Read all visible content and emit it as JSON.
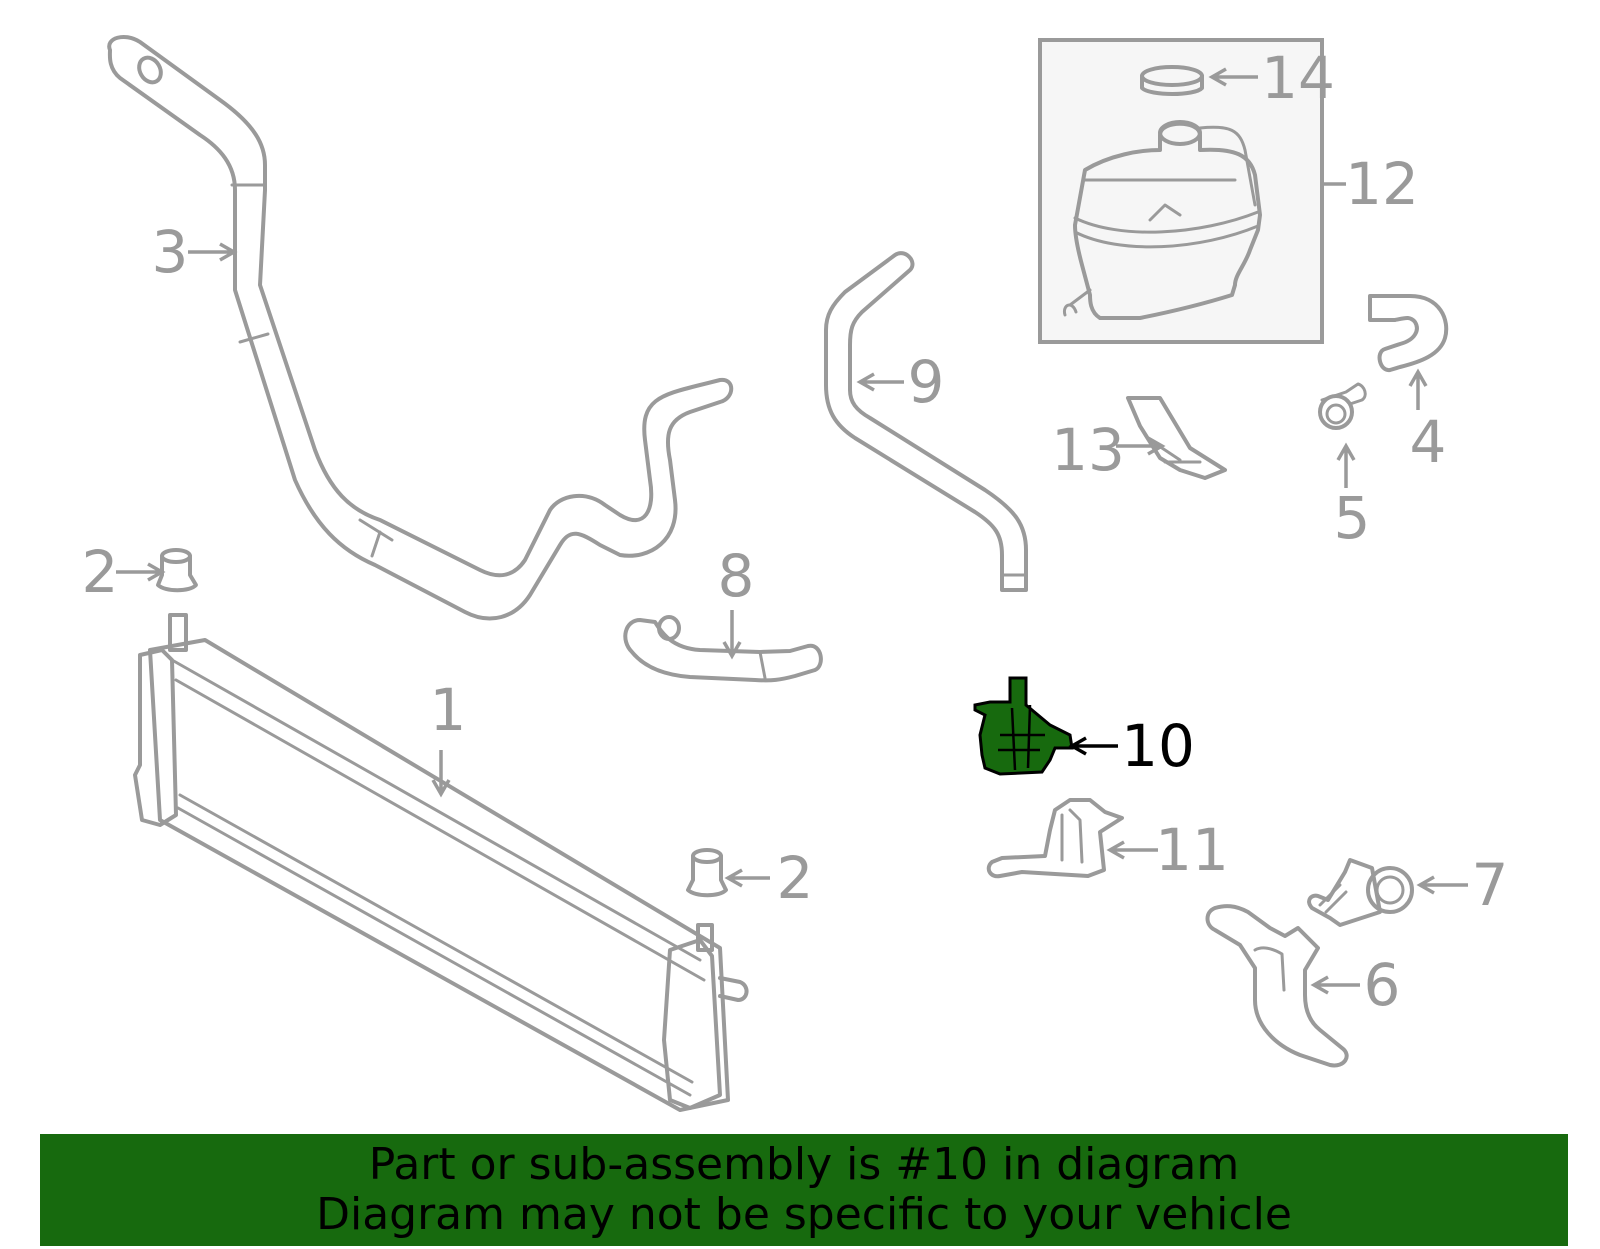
{
  "callouts": [
    {
      "id": "1",
      "label": "1"
    },
    {
      "id": "2a",
      "label": "2"
    },
    {
      "id": "2b",
      "label": "2"
    },
    {
      "id": "3",
      "label": "3"
    },
    {
      "id": "4",
      "label": "4"
    },
    {
      "id": "5",
      "label": "5"
    },
    {
      "id": "6",
      "label": "6"
    },
    {
      "id": "7",
      "label": "7"
    },
    {
      "id": "8",
      "label": "8"
    },
    {
      "id": "9",
      "label": "9"
    },
    {
      "id": "10",
      "label": "10"
    },
    {
      "id": "11",
      "label": "11"
    },
    {
      "id": "12",
      "label": "12"
    },
    {
      "id": "13",
      "label": "13"
    },
    {
      "id": "14",
      "label": "14"
    }
  ],
  "highlighted_part": "10",
  "colors": {
    "highlight": "#176a0e",
    "line": "#9a9a9a",
    "banner": "#176a0e"
  },
  "banner": {
    "line1": "Part or sub-assembly is #10 in diagram",
    "line2": "Diagram may not be specific to your vehicle"
  }
}
